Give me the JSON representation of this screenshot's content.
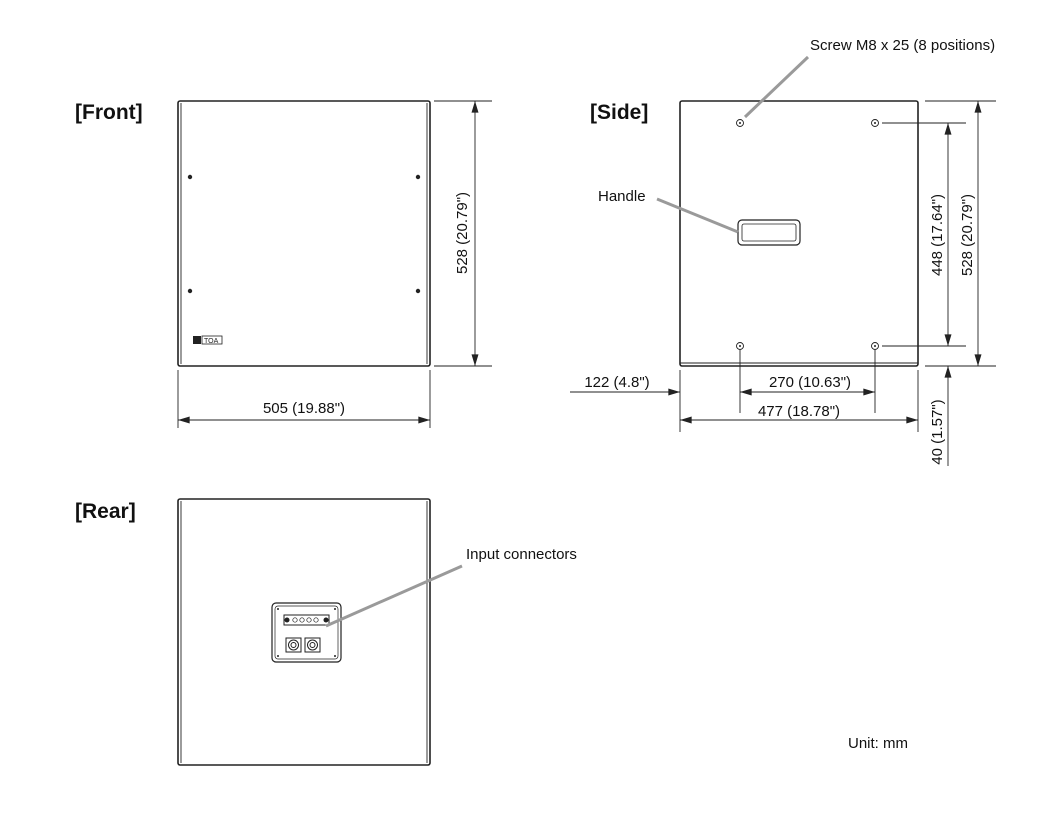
{
  "views": {
    "front": "[Front]",
    "side": "[Side]",
    "rear": "[Rear]"
  },
  "front": {
    "height_dim": "528 (20.79\")",
    "width_dim": "505 (19.88\")",
    "logo": "TOA"
  },
  "side": {
    "screw_label": "Screw M8 x 25 (8 positions)",
    "handle_label": "Handle",
    "dim_448": "448 (17.64\")",
    "dim_528": "528 (20.79\")",
    "dim_122": "122 (4.8\")",
    "dim_270": "270 (10.63\")",
    "dim_477": "477 (18.78\")",
    "dim_40": "40 (1.57\")"
  },
  "rear": {
    "connector_label": "Input connectors"
  },
  "unit": "Unit: mm"
}
